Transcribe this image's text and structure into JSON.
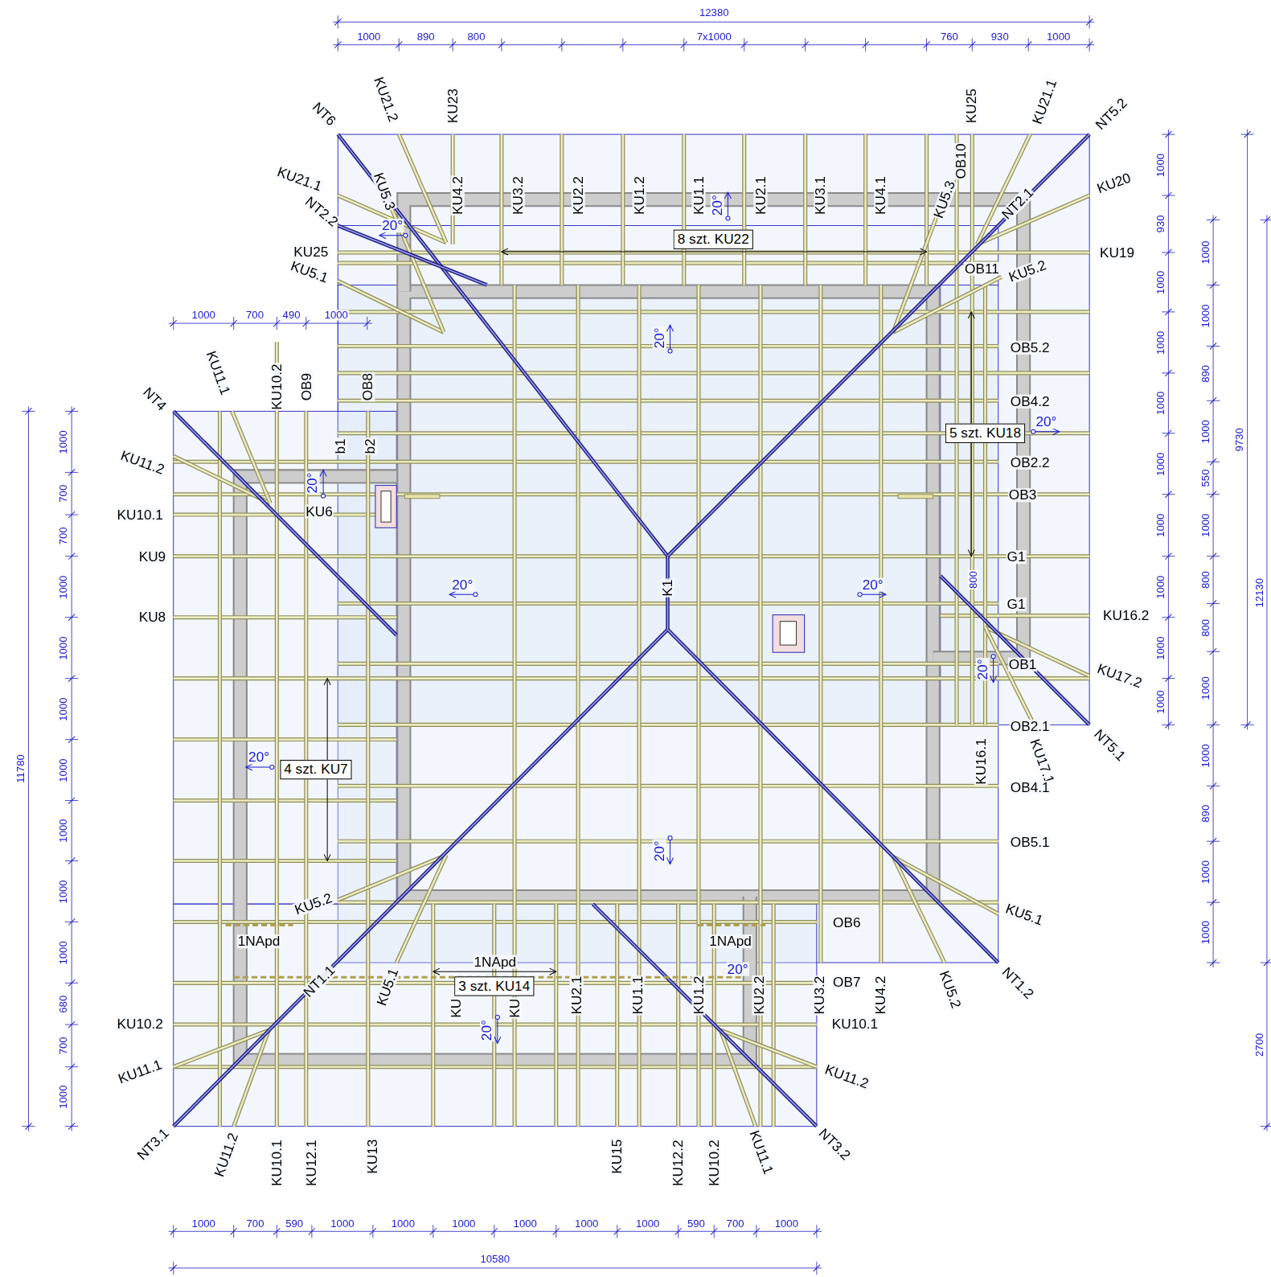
{
  "diagram": {
    "nodes": [
      {
        "text": [
          "8 szt. KU22"
        ]
      },
      {
        "text": [
          "5 szt. KU18"
        ]
      },
      {
        "text": [
          "4 szt. KU7"
        ]
      },
      {
        "text": [
          "3 szt. KU14"
        ]
      }
    ],
    "labels": [
      "12380",
      "1000",
      "890",
      "800",
      "7x1000",
      "760",
      "930",
      "1000",
      "NT6",
      "KU21.2",
      "KU23",
      "KU25",
      "KU21.1",
      "NT5.2",
      "KU21.1",
      "NT2.2",
      "KU5.3",
      "20°",
      "KU4.2",
      "KU3.2",
      "KU2.2",
      "KU1.2",
      "KU1.1",
      "20°",
      "KU2.1",
      "KU3.1",
      "KU4.1",
      "KU5.3",
      "OB10",
      "NT2.1",
      "KU20",
      "KU25",
      "KU19",
      "KU5.1",
      "OB11",
      "KU5.2",
      "20°",
      "1000",
      "700",
      "490",
      "1000",
      "NT4",
      "KU11.1",
      "KU10.2",
      "OB9",
      "OB8",
      "OB5.2",
      "OB4.2",
      "b1",
      "b2",
      "20°",
      "KU11.2",
      "OB2.2",
      "20°",
      "OB3",
      "KU10.1",
      "KU6",
      "KU9",
      "G1",
      "20°",
      "K1",
      "20°",
      "800",
      "G1",
      "KU8",
      "KU16.2",
      "OB1",
      "20°",
      "KU17.2",
      "OB2.1",
      "NT5.1",
      "KU17.1",
      "KU16.1",
      "20°",
      "OB4.1",
      "OB5.1",
      "20°",
      "KU5.2",
      "KU5.1",
      "OB6",
      "1NApd",
      "1NApd",
      "1NApd",
      "20°",
      "NT1.1",
      "KU5.1",
      "KU",
      "KU",
      "KU2.1",
      "KU1.1",
      "KU1.2",
      "KU2.2",
      "KU3.2",
      "KU4.2",
      "KU5.2",
      "NT1.2",
      "OB7",
      "KU10.1",
      "KU10.2",
      "20°",
      "KU11.1",
      "KU11.2",
      "NT3.1",
      "KU11.2",
      "KU10.1",
      "KU12.1",
      "KU13",
      "KU15",
      "KU12.2",
      "KU10.2",
      "KU11.1",
      "NT3.2",
      "1000",
      "700",
      "590",
      "1000",
      "1000",
      "1000",
      "1000",
      "1000",
      "1000",
      "590",
      "700",
      "1000",
      "10580",
      "1000",
      "700",
      "700",
      "1000",
      "1000",
      "1000",
      "1000",
      "1000",
      "1000",
      "1000",
      "680",
      "700",
      "1000",
      "11780",
      "1000",
      "930",
      "1000",
      "1000",
      "1000",
      "1000",
      "1000",
      "1000",
      "1000",
      "1000",
      "1000",
      "1000",
      "890",
      "1000",
      "550",
      "1000",
      "800",
      "800",
      "1000",
      "1000",
      "890",
      "1000",
      "1000",
      "9730",
      "12130",
      "2700"
    ]
  }
}
